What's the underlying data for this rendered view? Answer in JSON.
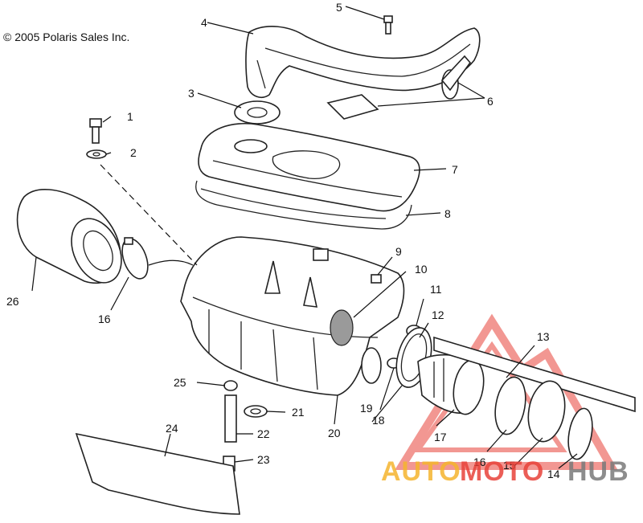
{
  "copyright": "© 2005 Polaris Sales Inc.",
  "callouts": [
    "1",
    "2",
    "3",
    "4",
    "5",
    "6",
    "7",
    "8",
    "9",
    "10",
    "11",
    "12",
    "13",
    "14",
    "15",
    "16",
    "16",
    "17",
    "18",
    "19",
    "20",
    "21",
    "22",
    "23",
    "24",
    "25",
    "26"
  ],
  "watermark": {
    "part1": "AUTO",
    "part2": "MOTO",
    "part3": "HUB",
    "color1": "#f5b52e",
    "color2": "#e8433a",
    "color3": "#7a7a7a"
  }
}
